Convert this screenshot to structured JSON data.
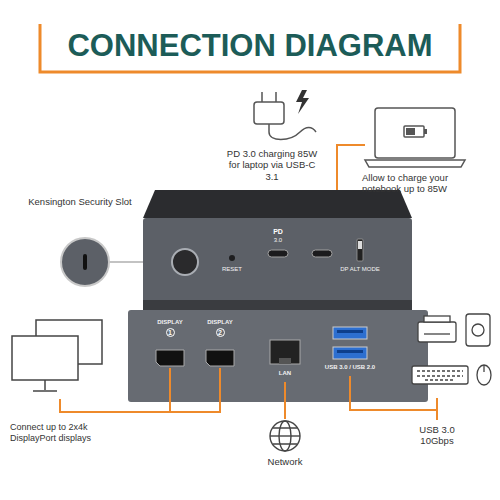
{
  "diagram": {
    "title": "CONNECTION DIAGRAM",
    "labels": [
      "Kensington Security Slot",
      "PD 3.0 charging 85W for laptop via USB-C 3.1",
      "Allow to charge your notebook up to 85W",
      "RESET",
      "PD",
      "3.0",
      "DP ALT MODE",
      "DISPLAY",
      "1",
      "DISPLAY",
      "2",
      "LAN",
      "USB 3.0 / USB 2.0",
      "Connect up to 2x4k DisplayPort displays",
      "Network",
      "USB 3.0 10Gbps"
    ]
  }
}
